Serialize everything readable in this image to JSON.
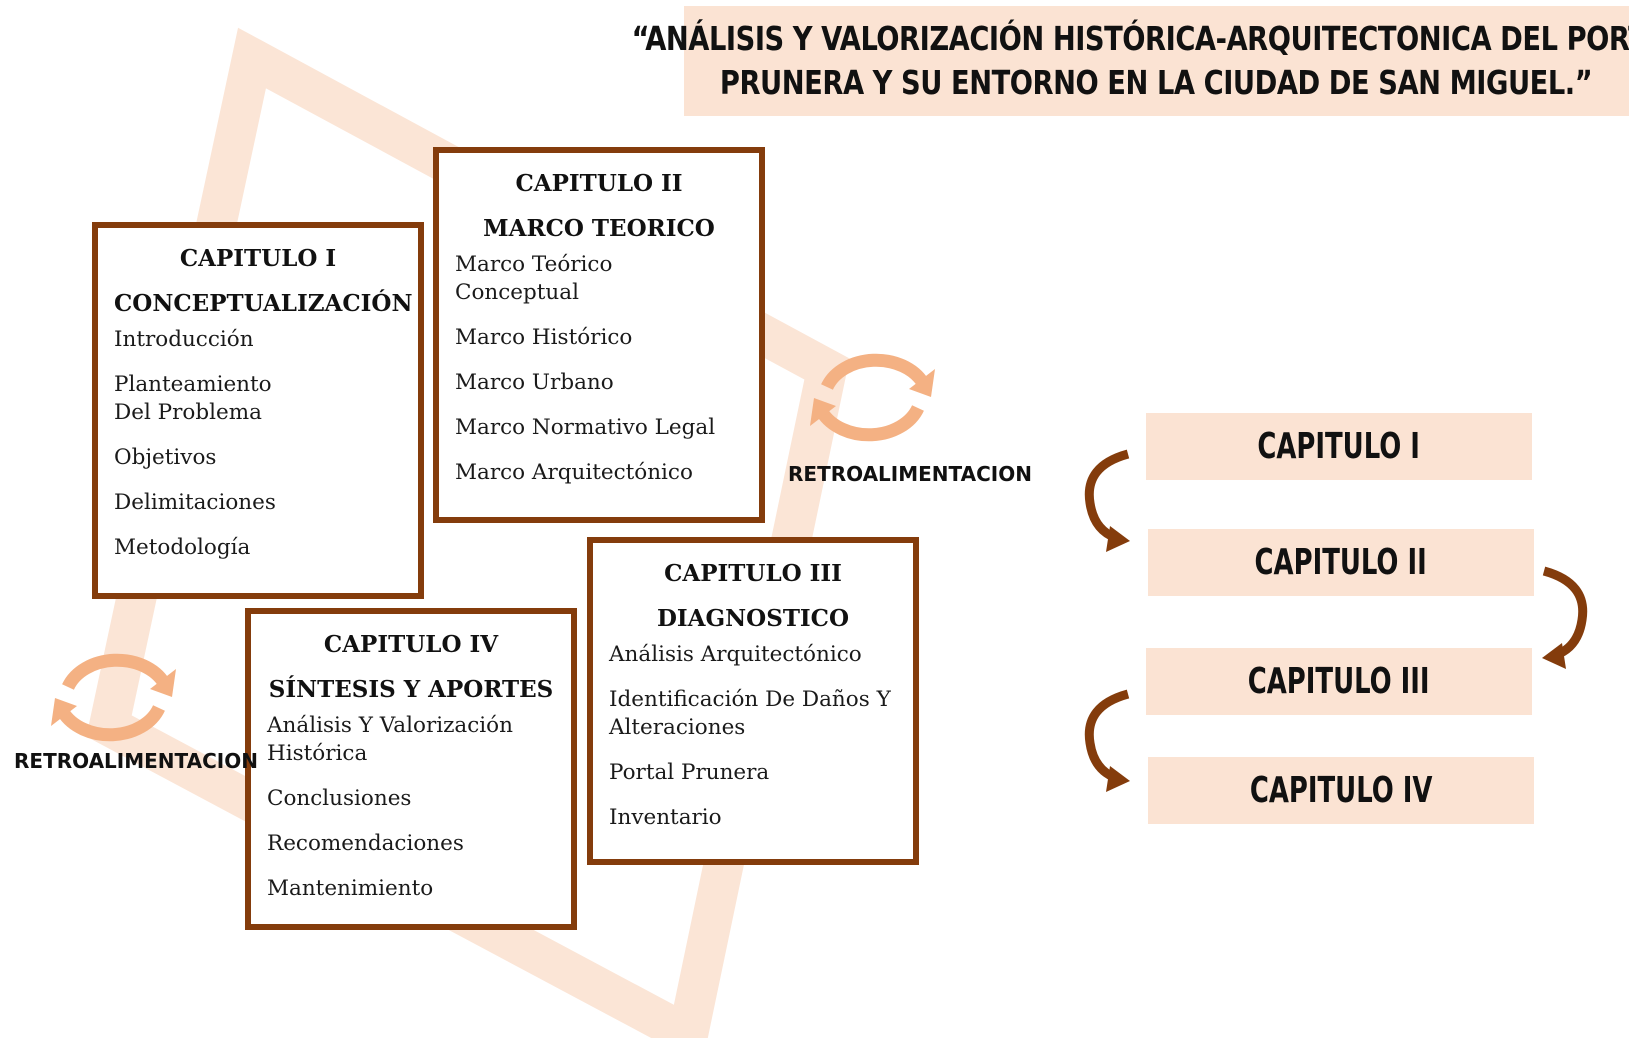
{
  "title": {
    "line1": "“ANÁLISIS Y VALORIZACIÓN HISTÓRICA-ARQUITECTONICA DEL PORTAL",
    "line2": "PRUNERA Y SU ENTORNO EN LA CIUDAD DE SAN MIGUEL.”"
  },
  "chapters": [
    {
      "label": "CAPITULO I",
      "subtitle": "CONCEPTUALIZACIÓN",
      "items": [
        "Introducción",
        "Planteamiento Del Problema",
        "Objetivos",
        "Delimitaciones",
        "Metodología"
      ]
    },
    {
      "label": "CAPITULO II",
      "subtitle": "MARCO TEORICO",
      "items": [
        "Marco Teórico Conceptual",
        "Marco Histórico",
        "Marco Urbano",
        "Marco Normativo Legal",
        "Marco Arquitectónico"
      ]
    },
    {
      "label": "CAPITULO III",
      "subtitle": "DIAGNOSTICO",
      "items": [
        "Análisis Arquitectónico",
        "Identificación De Daños Y Alteraciones",
        "Portal Prunera",
        "Inventario"
      ]
    },
    {
      "label": "CAPITULO IV",
      "subtitle": "SÍNTESIS Y APORTES",
      "items": [
        "Análisis Y Valorización Histórica",
        "Conclusiones",
        "Recomendaciones",
        "Mantenimiento"
      ]
    }
  ],
  "feedback_label": "RETROALIMENTACION",
  "flow": [
    "CAPITULO I",
    "CAPITULO II",
    "CAPITULO III",
    "CAPITULO IV"
  ],
  "colors": {
    "box_border": "#843c0c",
    "banner_fill": "#fbe3d3",
    "cycle_arrow": "#f4b183",
    "flow_arrow": "#843c0c",
    "background_frame": "#fbe5d6"
  }
}
